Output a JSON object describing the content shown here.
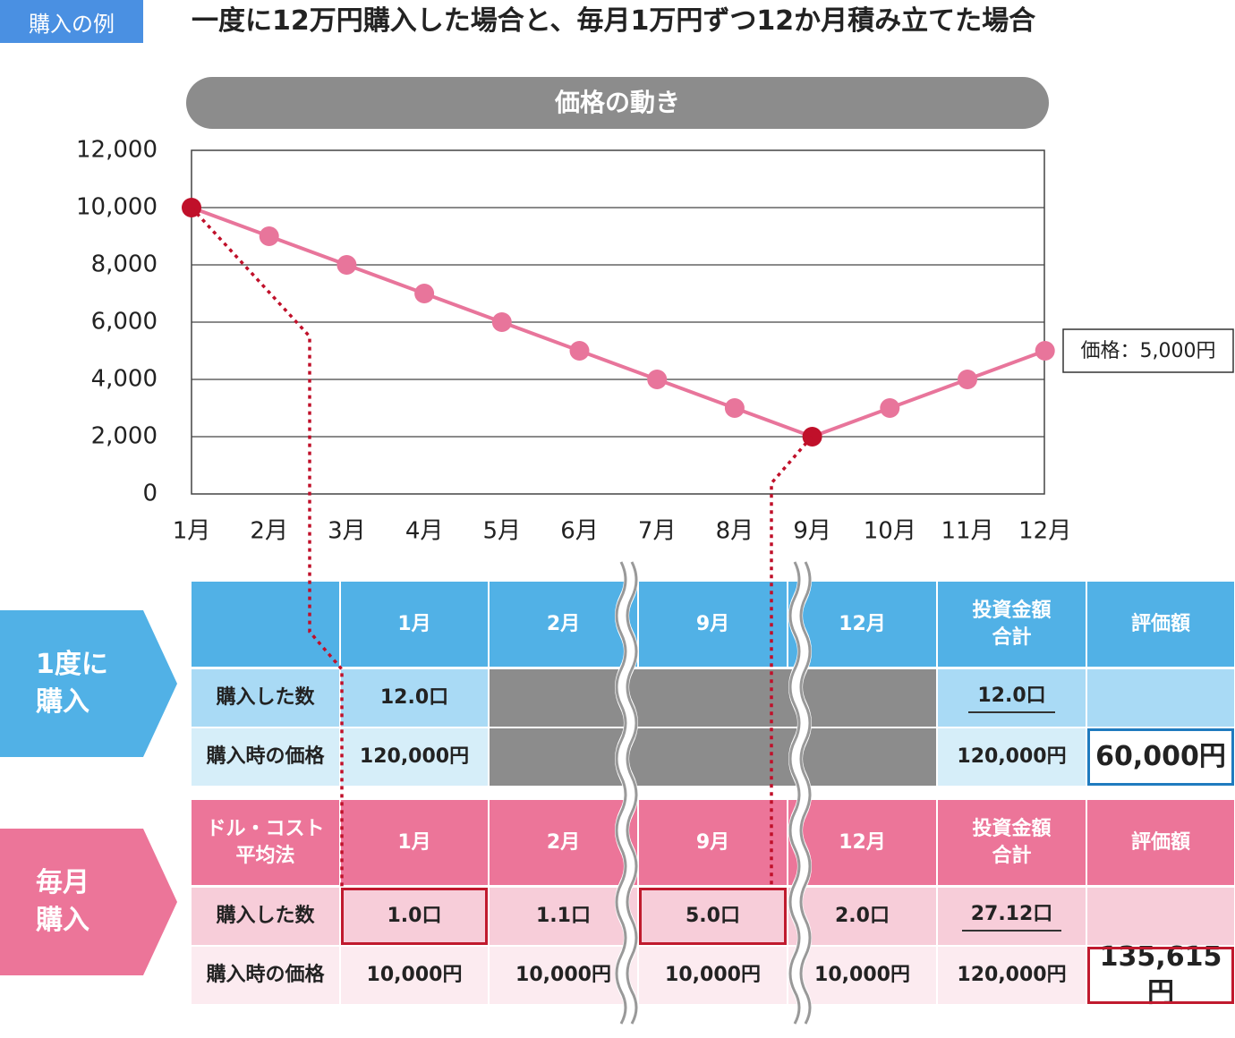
{
  "header": {
    "tag": "購入の例",
    "title": "一度に12万円購入した場合と、毎月1万円ずつ12か月積み立てた場合"
  },
  "colors": {
    "blue_header": "#51b1e6",
    "blue_light": "#a9daf5",
    "blue_lighter": "#d6eef9",
    "pink_header": "#ec7599",
    "pink_light": "#f7cdd9",
    "pink_lighter": "#fcebf0",
    "gray_block": "#8c8c8c",
    "line": "#e8759b",
    "marker_highlight": "#c0102a",
    "outline_red": "#c01a2e",
    "outline_blue": "#1f7bbf"
  },
  "chart_data": {
    "type": "line",
    "title": "価格の動き",
    "categories": [
      "1月",
      "2月",
      "3月",
      "4月",
      "5月",
      "6月",
      "7月",
      "8月",
      "9月",
      "10月",
      "11月",
      "12月"
    ],
    "series": [
      {
        "values": [
          10000,
          9000,
          8000,
          7000,
          6000,
          5000,
          4000,
          3000,
          2000,
          3000,
          4000,
          5000
        ]
      }
    ],
    "highlight_indices": [
      0,
      8
    ],
    "yticks": [
      "0",
      "2,000",
      "4,000",
      "6,000",
      "8,000",
      "10,000",
      "12,000"
    ],
    "ylim": [
      0,
      12000
    ],
    "grid": true,
    "annotation": "価格：5,000円"
  },
  "table": {
    "lump_sum": {
      "side_label": [
        "1度に",
        "購入"
      ],
      "header": [
        "",
        "1月",
        "2月",
        "9月",
        "12月",
        "投資金額\n合計",
        "評価額"
      ],
      "row_count": {
        "label": "購入した数",
        "month1": "12.0口",
        "total": "12.0口",
        "value": ""
      },
      "row_price": {
        "label": "購入時の価格",
        "month1": "120,000円",
        "total": "120,000円",
        "value": "60,000円"
      }
    },
    "dca": {
      "side_label": [
        "毎月",
        "購入"
      ],
      "header": [
        "ドル・コスト\n平均法",
        "1月",
        "2月",
        "9月",
        "12月",
        "投資金額\n合計",
        "評価額"
      ],
      "row_count": {
        "label": "購入した数",
        "cells": [
          "1.0口",
          "1.1口",
          "5.0口",
          "2.0口"
        ],
        "total": "27.12口",
        "value": ""
      },
      "row_price": {
        "label": "購入時の価格",
        "cells": [
          "10,000円",
          "10,000円",
          "10,000円",
          "10,000円"
        ],
        "total": "120,000円",
        "value": "135,615円"
      }
    }
  }
}
